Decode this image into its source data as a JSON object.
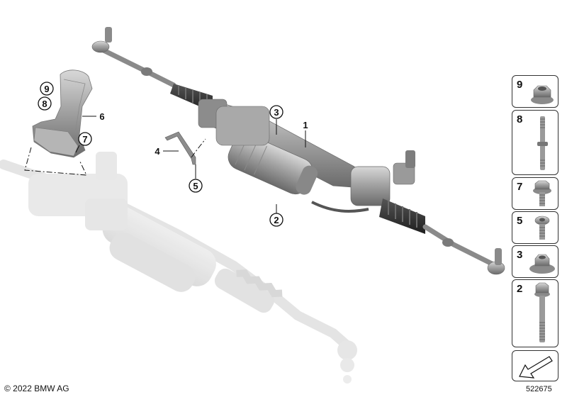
{
  "callouts": {
    "c1": "1",
    "c2": "2",
    "c3": "3",
    "c4": "4",
    "c5": "5",
    "c6": "6",
    "c7": "7",
    "c8": "8",
    "c9": "9"
  },
  "parts_panel": [
    {
      "number": "9",
      "icon": "hex-flange-nut-icon"
    },
    {
      "number": "8",
      "icon": "stud-bolt-icon"
    },
    {
      "number": "7",
      "icon": "hex-flange-bolt-icon"
    },
    {
      "number": "5",
      "icon": "torx-bolt-icon"
    },
    {
      "number": "3",
      "icon": "hex-nut-icon"
    },
    {
      "number": "2",
      "icon": "long-hex-bolt-icon"
    }
  ],
  "footer": {
    "copyright": "© 2022 BMW AG",
    "diagram_id": "522675"
  },
  "colors": {
    "part_fill": "#9a9a9a",
    "part_light": "#c9c9c9",
    "part_dark": "#555555",
    "ghost": "#e2e2e2",
    "line": "#111111"
  }
}
